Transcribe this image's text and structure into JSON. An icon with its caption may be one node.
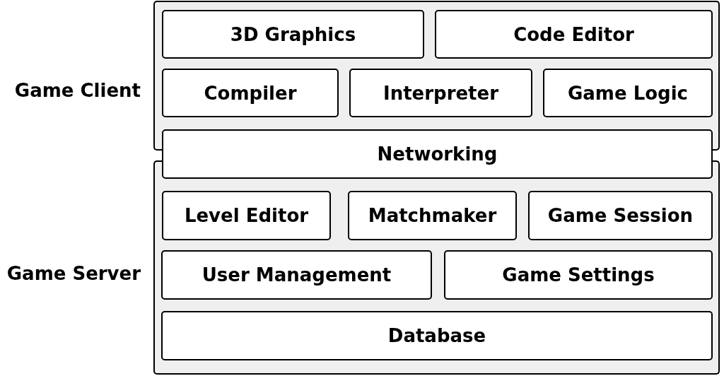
{
  "diagram": {
    "nodes": [
      {
        "text": [
          "Game Client"
        ]
      },
      {
        "text": [
          "3D Graphics"
        ],
        "in": 0
      },
      {
        "text": [
          "Code Editor"
        ],
        "in": 0
      },
      {
        "text": [
          "Compiler"
        ],
        "in": 0
      },
      {
        "text": [
          "Interpreter"
        ],
        "in": 0
      },
      {
        "text": [
          "Game Logic"
        ],
        "in": 0
      },
      {
        "text": [
          "Networking"
        ]
      },
      {
        "text": [
          "Game Server"
        ]
      },
      {
        "text": [
          "Level Editor"
        ],
        "in": 7
      },
      {
        "text": [
          "Matchmaker"
        ],
        "in": 7
      },
      {
        "text": [
          "Game Session"
        ],
        "in": 7
      },
      {
        "text": [
          "User Management"
        ],
        "in": 7
      },
      {
        "text": [
          "Game Settings"
        ],
        "in": 7
      },
      {
        "text": [
          "Database"
        ],
        "in": 7
      }
    ]
  }
}
